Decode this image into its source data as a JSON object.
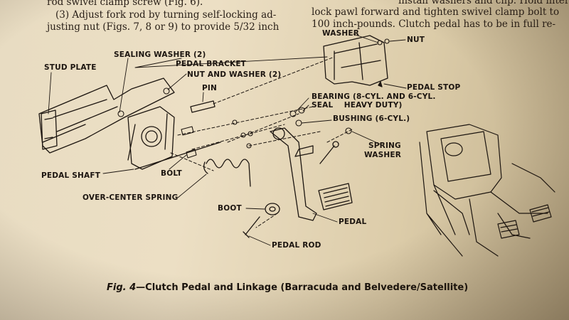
{
  "body_text": {
    "left": [
      "rod swivel clamp screw (Fig. 6).",
      "(3) Adjust fork rod by turning self-locking ad-",
      "justing nut (Figs. 7, 8 or 9) to provide 5/32 inch"
    ],
    "right": [
      "lock pawl forward and tighten swivel clamp bolt to",
      "100 inch-pounds. Clutch pedal has to be in full re-"
    ],
    "right_top_fragment": "install washers and clip. Hold inter-"
  },
  "labels": {
    "stud_plate": "STUD PLATE",
    "sealing_washer": "SEALING WASHER (2)",
    "pedal_bracket": "PEDAL BRACKET",
    "nut_and_washer": "NUT AND WASHER (2)",
    "pin": "PIN",
    "washer": "WASHER",
    "nut": "NUT",
    "pedal_stop": "PEDAL STOP",
    "bearing": "BEARING (8-CYL. AND 6-CYL.",
    "seal_heavy_duty": "SEAL    HEAVY DUTY)",
    "bushing": "BUSHING (6-CYL.)",
    "spring_washer_1": "SPRING",
    "spring_washer_2": "WASHER",
    "pedal_shaft": "PEDAL SHAFT",
    "bolt": "BOLT",
    "over_center_spring": "OVER-CENTER SPRING",
    "boot": "BOOT",
    "pedal": "PEDAL",
    "pedal_rod": "PEDAL ROD"
  },
  "caption": {
    "fig": "Fig. 4",
    "title": "—Clutch Pedal and Linkage (Barracuda and Belvedere/Satellite)"
  },
  "colors": {
    "paper": "#e8dcc2",
    "ink": "#1c1510"
  }
}
